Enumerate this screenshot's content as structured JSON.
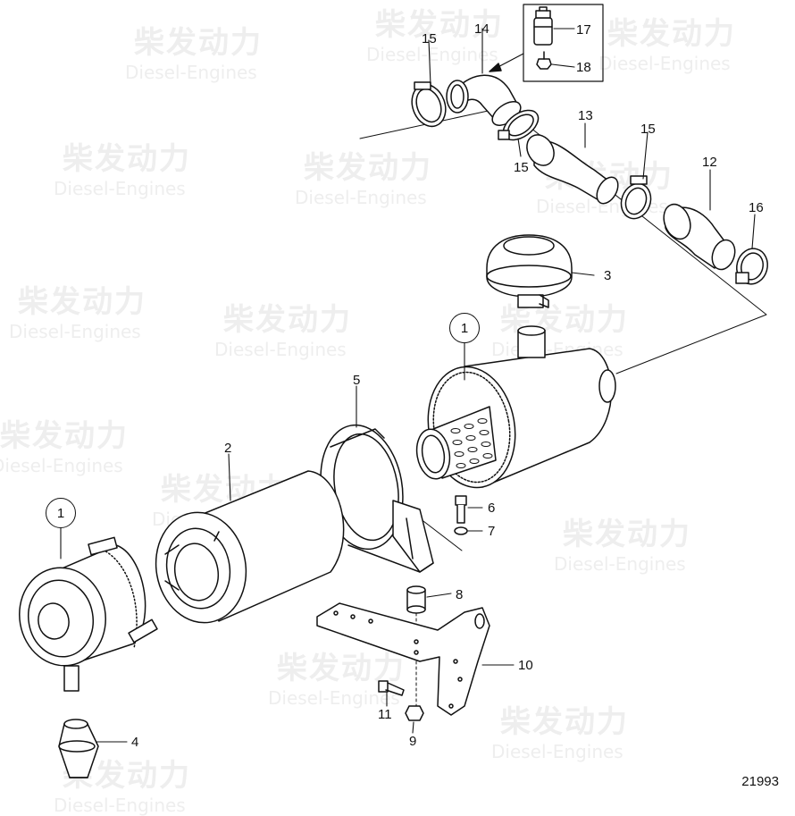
{
  "watermark": {
    "cn": "柴发动力",
    "en": "Diesel-Engines"
  },
  "document_number": "21993",
  "callouts": {
    "c1_top": "1",
    "c1_left": "1",
    "c2": "2",
    "c3": "3",
    "c4": "4",
    "c5": "5",
    "c6": "6",
    "c7": "7",
    "c8": "8",
    "c9": "9",
    "c10": "10",
    "c11": "11",
    "c12": "12",
    "c13": "13",
    "c14": "14",
    "c15_a": "15",
    "c15_b": "15",
    "c15_c": "15",
    "c16": "16",
    "c17": "17",
    "c18": "18"
  }
}
